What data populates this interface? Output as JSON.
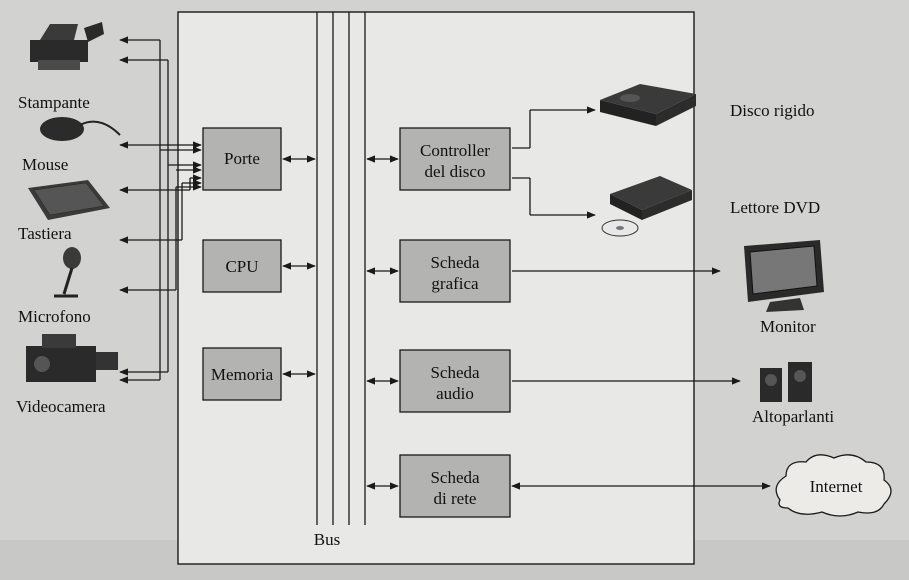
{
  "devices": {
    "printer": "Stampante",
    "mouse": "Mouse",
    "keyboard": "Tastiera",
    "microphone": "Microfono",
    "videocamera": "Videocamera",
    "hard_disk": "Disco rigido",
    "dvd": "Lettore DVD",
    "monitor": "Monitor",
    "speakers": "Altoparlanti",
    "internet": "Internet"
  },
  "components": {
    "ports": "Porte",
    "cpu": "CPU",
    "memory": "Memoria",
    "disk_controller_line1": "Controller",
    "disk_controller_line2": "del disco",
    "graphics_line1": "Scheda",
    "graphics_line2": "grafica",
    "audio_line1": "Scheda",
    "audio_line2": "audio",
    "network_line1": "Scheda",
    "network_line2": "di rete"
  },
  "bus_label": "Bus"
}
